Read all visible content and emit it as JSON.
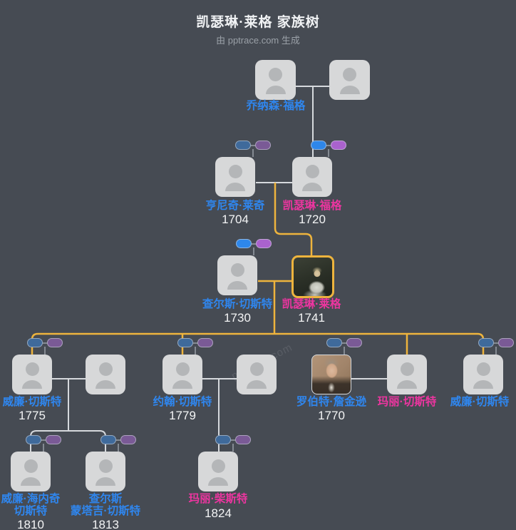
{
  "header": {
    "title": "凯瑟琳·莱格 家族树",
    "subtitle": "由 pptrace.com 生成"
  },
  "watermark": "pptrace.com",
  "colors": {
    "background": "#464b53",
    "card": "#d7d8d9",
    "highlight_gold": "#eeb43d",
    "male_name": "#2f86ee",
    "female_name": "#ed35a0",
    "year_text": "#f3f4f5",
    "connector_line": "#d6d9dd",
    "pill_father_bright": "#2e87ea",
    "pill_mother_bright": "#aa62cd",
    "pill_father_muted": "#3f6a9b",
    "pill_mother_muted": "#7a5a96"
  },
  "persons": {
    "jonathan_fogg": {
      "name": "乔纳森·福格"
    },
    "henniker_laige": {
      "name": "亨尼奇·莱奇",
      "year": "1704"
    },
    "catherine_fogg": {
      "name": "凯瑟琳·福格",
      "year": "1720"
    },
    "charles_chester": {
      "name": "查尔斯·切斯特",
      "year": "1730"
    },
    "catherine_lage": {
      "name": "凯瑟琳·莱格",
      "year": "1741"
    },
    "william_chester_1775": {
      "name": "威廉·切斯特",
      "year": "1775"
    },
    "john_chester": {
      "name": "约翰·切斯特",
      "year": "1779"
    },
    "robert_jenkinson": {
      "name": "罗伯特·詹金逊",
      "year": "1770"
    },
    "mary_chester": {
      "name": "玛丽·切斯特"
    },
    "william_chester_2": {
      "name": "威廉·切斯特"
    },
    "william_henniker_chester": {
      "name": "威廉·海内奇\n切斯特",
      "year": "1810"
    },
    "charles_montagu_chester": {
      "name": "查尔斯\n蒙塔吉·切斯特",
      "year": "1813"
    },
    "mary_chester_jr": {
      "name": "玛丽·柴斯特",
      "year": "1824"
    }
  }
}
